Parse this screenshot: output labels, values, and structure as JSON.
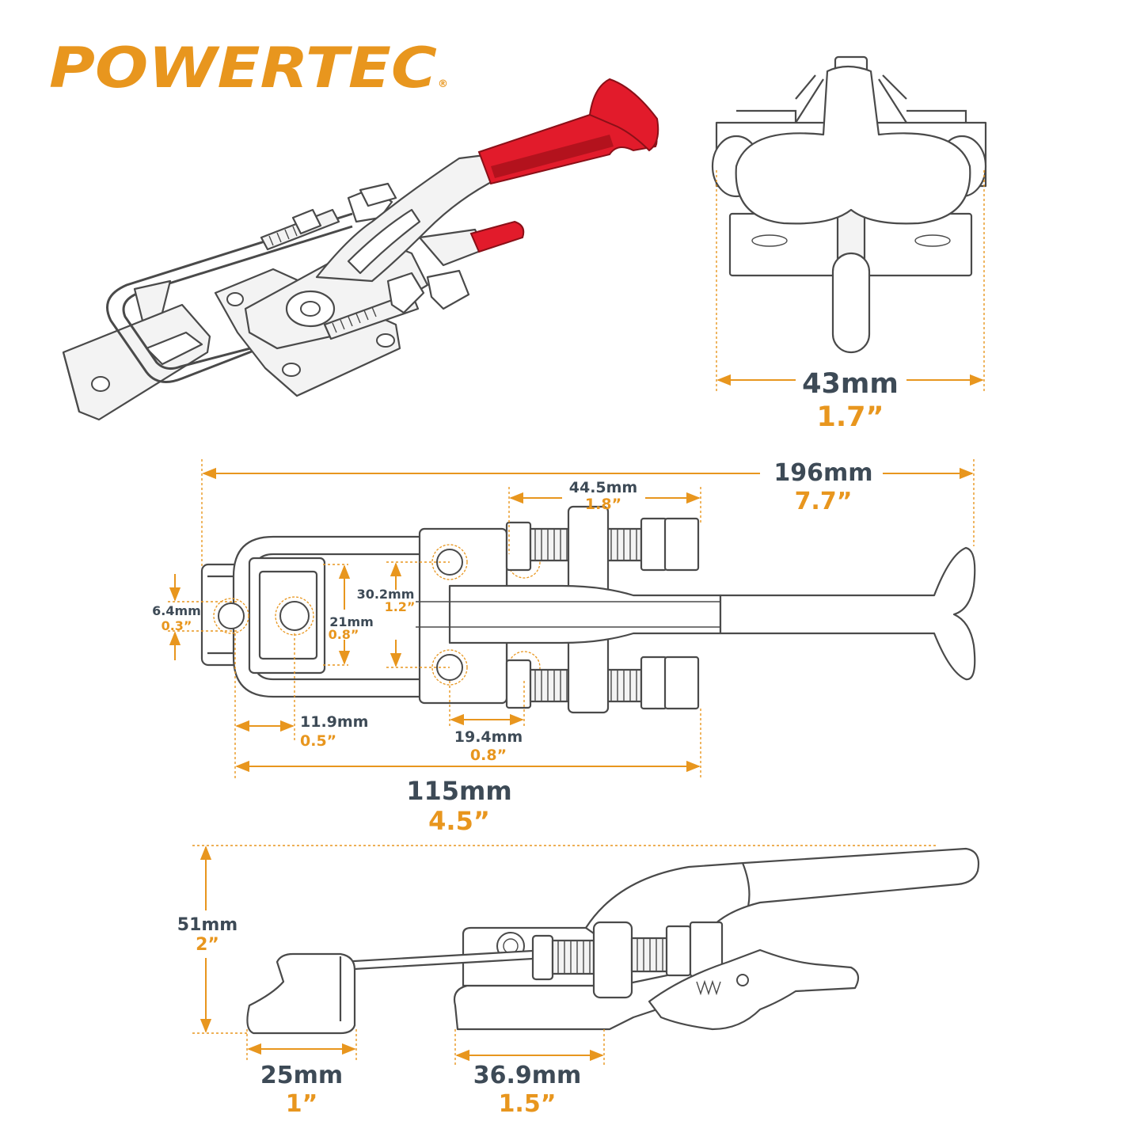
{
  "brand": {
    "logo_text": "POWERTEC",
    "registered_mark": "®",
    "accent_color": "#e8961e",
    "text_color": "#3d4a56",
    "handle_color": "#e21b2b"
  },
  "views": {
    "isometric": {
      "name": "isometric-view"
    },
    "end_view": {
      "name": "end-view",
      "width": {
        "mm": "43mm",
        "in": "1.7”"
      }
    },
    "top_view": {
      "overall_length": {
        "mm": "196mm",
        "in": "7.7”"
      },
      "bolt_span": {
        "mm": "44.5mm",
        "in": "1.8”"
      },
      "hook_width": {
        "mm": "6.4mm",
        "in": "0.3”"
      },
      "hole_spacing": {
        "mm": "30.2mm",
        "in": "1.2”"
      },
      "hook_opening": {
        "mm": "21mm",
        "in": "0.8”"
      },
      "hook_offset": {
        "mm": "11.9mm",
        "in": "0.5”"
      },
      "base_holes": {
        "mm": "19.4mm",
        "in": "0.8”"
      },
      "base_length": {
        "mm": "115mm",
        "in": "4.5”"
      }
    },
    "side_view": {
      "height": {
        "mm": "51mm",
        "in": "2”"
      },
      "hook_length": {
        "mm": "25mm",
        "in": "1”"
      },
      "base_width": {
        "mm": "36.9mm",
        "in": "1.5”"
      }
    }
  }
}
